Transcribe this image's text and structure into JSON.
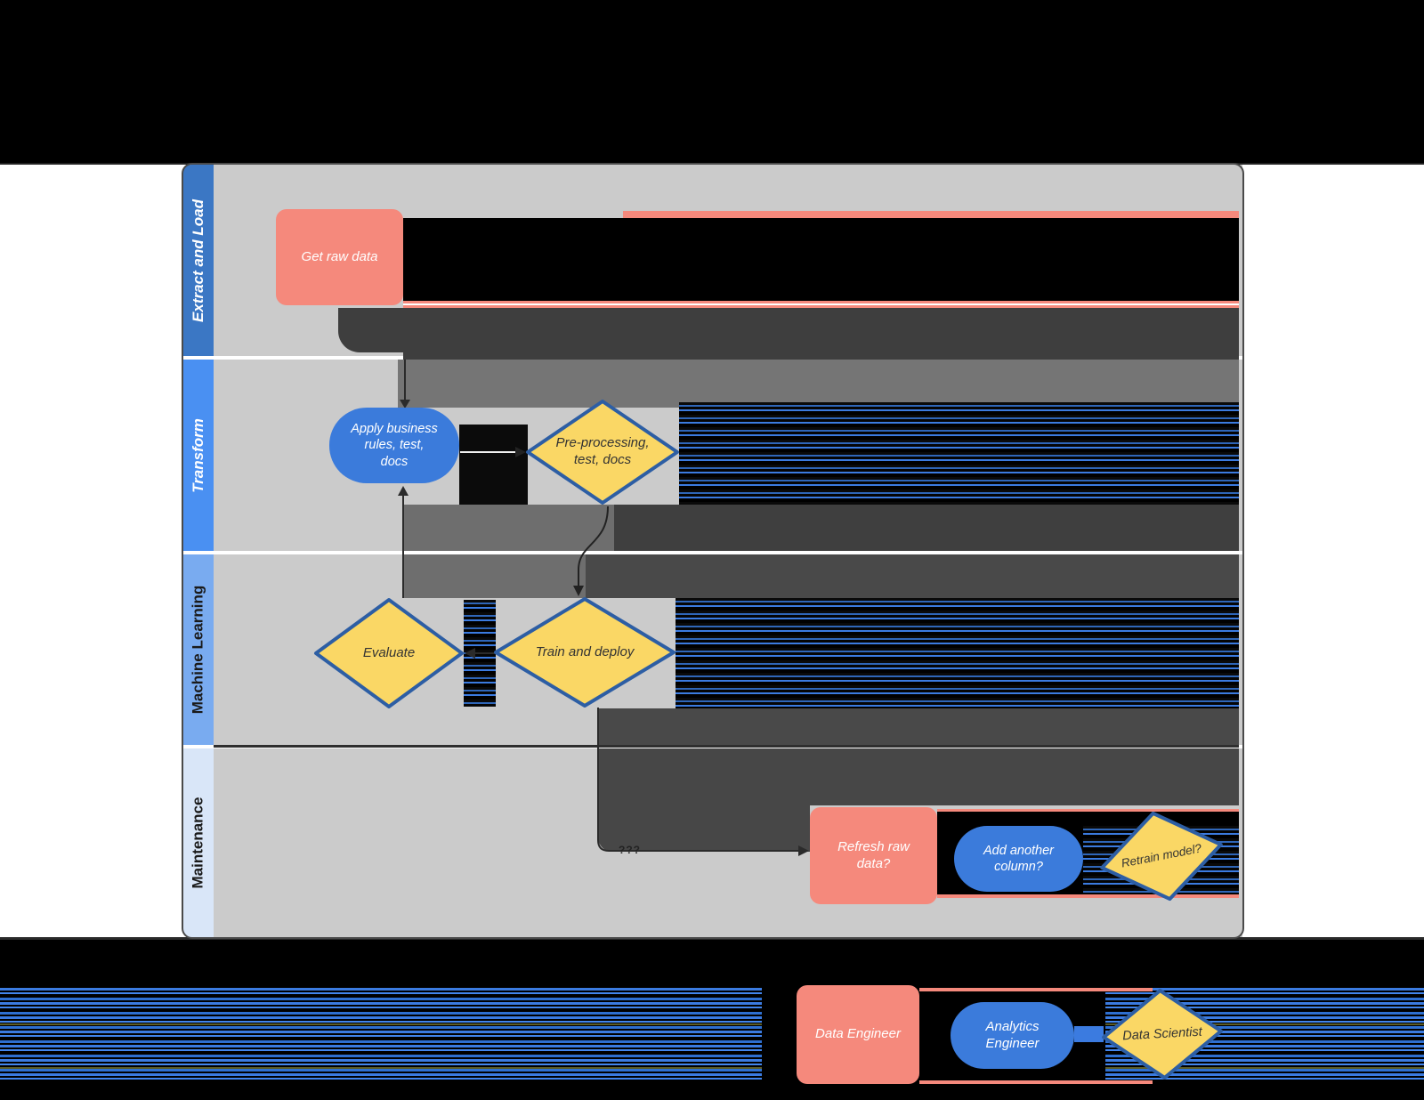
{
  "diagram": {
    "title_hint": "ELT / machine-learning pipeline swimlane flowchart",
    "lanes": [
      {
        "id": "extract-and-load",
        "label": "Extract and Load",
        "header_color": "#3B77C4",
        "label_text_color": "#FFFFFF"
      },
      {
        "id": "transform",
        "label": "Transform",
        "header_color": "#4A90F2",
        "label_text_color": "#FFFFFF"
      },
      {
        "id": "machine-learning",
        "label": "Machine Learning",
        "header_color": "#79ABF0",
        "label_text_color": "#1A1A1A"
      },
      {
        "id": "maintenance",
        "label": "Maintenance",
        "header_color": "#D9E6F8",
        "label_text_color": "#1A1A1A"
      }
    ],
    "nodes": {
      "get_raw_data": {
        "label": "Get raw data",
        "shape": "rounded-rectangle",
        "lane": "Extract and Load"
      },
      "apply_business_rules": {
        "label": "Apply business\nrules, test,\ndocs",
        "shape": "stadium",
        "lane": "Transform"
      },
      "pre_processing": {
        "label": "Pre-processing,\ntest, docs",
        "shape": "diamond",
        "lane": "Transform"
      },
      "evaluate": {
        "label": "Evaluate",
        "shape": "diamond",
        "lane": "Machine Learning"
      },
      "train_and_deploy": {
        "label": "Train and deploy",
        "shape": "diamond",
        "lane": "Machine Learning"
      },
      "refresh_raw_data": {
        "label": "Refresh raw\ndata?",
        "shape": "rounded-rectangle",
        "lane": "Maintenance"
      },
      "add_another_column": {
        "label": "Add another\ncolumn?",
        "shape": "stadium",
        "lane": "Maintenance"
      },
      "retrain_model": {
        "label": "Retrain model?",
        "shape": "diamond",
        "lane": "Maintenance"
      }
    },
    "connector_label": "???",
    "legend": {
      "data_engineer": "Data Engineer",
      "analytics_engineer": "Analytics\nEngineer",
      "data_scientist": "Data Scientist"
    },
    "colors": {
      "process_fill": "#F5897C",
      "stadium_fill": "#3B7BDB",
      "decision_fill": "#FAD765",
      "decision_border": "#2D5EA4",
      "lane_body": "#CBCBCB",
      "stripe_blue": "#3B7BE0",
      "sheet_bg": "#FFFFFF",
      "page_bg": "#000000"
    }
  }
}
